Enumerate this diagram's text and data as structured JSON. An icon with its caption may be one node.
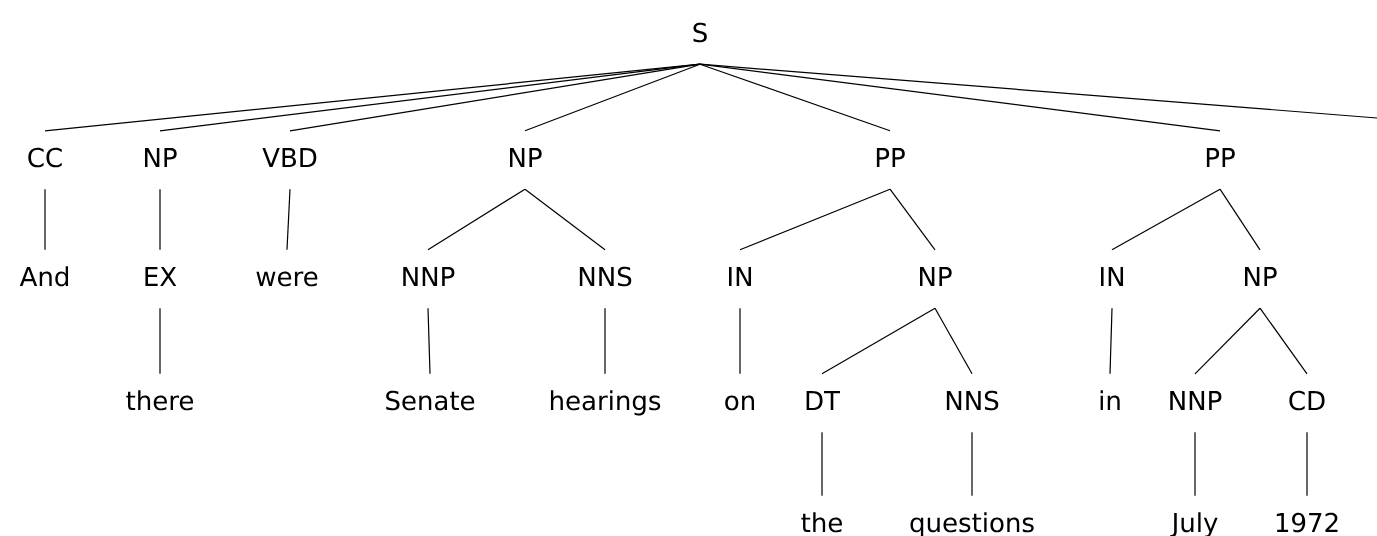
{
  "diagram": {
    "nodes": [
      {
        "text": [
          "S"
        ]
      },
      {
        "text": [
          "CC"
        ]
      },
      {
        "text": [
          "NP"
        ]
      },
      {
        "text": [
          "VBD"
        ]
      },
      {
        "text": [
          "NP"
        ]
      },
      {
        "text": [
          "PP"
        ]
      },
      {
        "text": [
          "PP"
        ]
      },
      {
        "text": [
          "And"
        ]
      },
      {
        "text": [
          "EX"
        ]
      },
      {
        "text": [
          "were"
        ]
      },
      {
        "text": [
          "NNP"
        ]
      },
      {
        "text": [
          "NNS"
        ]
      },
      {
        "text": [
          "IN"
        ]
      },
      {
        "text": [
          "NP"
        ]
      },
      {
        "text": [
          "IN"
        ]
      },
      {
        "text": [
          "NP"
        ]
      },
      {
        "text": [
          "there"
        ]
      },
      {
        "text": [
          "Senate"
        ]
      },
      {
        "text": [
          "hearings"
        ]
      },
      {
        "text": [
          "on"
        ]
      },
      {
        "text": [
          "DT"
        ]
      },
      {
        "text": [
          "NNS"
        ]
      },
      {
        "text": [
          "in"
        ]
      },
      {
        "text": [
          "NNP"
        ]
      },
      {
        "text": [
          "CD"
        ]
      },
      {
        "text": [
          "the"
        ]
      },
      {
        "text": [
          "questions"
        ]
      },
      {
        "text": [
          "July"
        ]
      },
      {
        "text": [
          "1972"
        ]
      }
    ],
    "edges": [
      {
        "from": 0,
        "to": 1,
        "arrow": "none"
      },
      {
        "from": 0,
        "to": 2,
        "arrow": "none"
      },
      {
        "from": 0,
        "to": 3,
        "arrow": "none"
      },
      {
        "from": 0,
        "to": 4,
        "arrow": "none"
      },
      {
        "from": 0,
        "to": 5,
        "arrow": "none"
      },
      {
        "from": 0,
        "to": 6,
        "arrow": "none"
      },
      {
        "from": 0,
        "to": null,
        "arrow": "none"
      },
      {
        "from": 1,
        "to": 7,
        "arrow": "none"
      },
      {
        "from": 2,
        "to": 8,
        "arrow": "none"
      },
      {
        "from": 3,
        "to": 9,
        "arrow": "none"
      },
      {
        "from": 4,
        "to": 10,
        "arrow": "none"
      },
      {
        "from": 4,
        "to": 11,
        "arrow": "none"
      },
      {
        "from": 5,
        "to": 12,
        "arrow": "none"
      },
      {
        "from": 5,
        "to": 13,
        "arrow": "none"
      },
      {
        "from": 6,
        "to": 14,
        "arrow": "none"
      },
      {
        "from": 6,
        "to": 15,
        "arrow": "none"
      },
      {
        "from": 8,
        "to": 16,
        "arrow": "none"
      },
      {
        "from": 10,
        "to": 17,
        "arrow": "none"
      },
      {
        "from": 11,
        "to": 18,
        "arrow": "none"
      },
      {
        "from": 12,
        "to": 19,
        "arrow": "none"
      },
      {
        "from": 13,
        "to": 20,
        "arrow": "none"
      },
      {
        "from": 13,
        "to": 21,
        "arrow": "none"
      },
      {
        "from": 14,
        "to": 22,
        "arrow": "none"
      },
      {
        "from": 15,
        "to": 23,
        "arrow": "none"
      },
      {
        "from": 15,
        "to": 24,
        "arrow": "none"
      },
      {
        "from": 20,
        "to": 25,
        "arrow": "none"
      },
      {
        "from": 21,
        "to": 26,
        "arrow": "none"
      },
      {
        "from": 23,
        "to": 27,
        "arrow": "none"
      },
      {
        "from": 24,
        "to": 28,
        "arrow": "none"
      }
    ]
  }
}
